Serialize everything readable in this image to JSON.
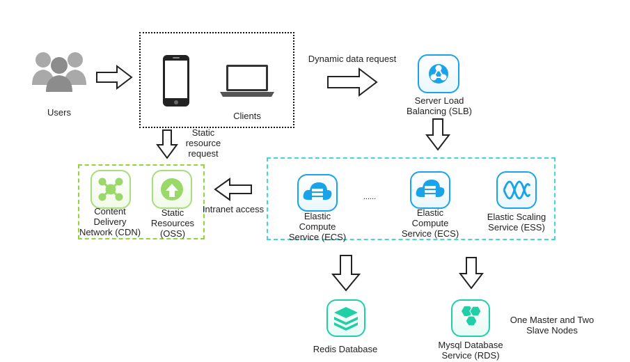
{
  "nodes": {
    "users": "Users",
    "clients": "Clients",
    "dynamic_request": "Dynamic data request",
    "slb": [
      "Server Load",
      "Balancing (SLB)"
    ],
    "static_request": [
      "Static",
      "resource",
      "request"
    ],
    "cdn": [
      "Content",
      "Delivery",
      "Network (CDN)"
    ],
    "oss": [
      "Static",
      "Resources",
      "(OSS)"
    ],
    "intranet": "Intranet access",
    "ecs1": [
      "Elastic",
      "Compute",
      "Service (ECS)"
    ],
    "ellipsis": "......",
    "ecs2": [
      "Elastic",
      "Compute",
      "Service (ECS)"
    ],
    "ess": [
      "Elastic Scaling",
      "Service (ESS)"
    ],
    "redis": "Redis Database",
    "rds": [
      "Mysql Database",
      "Service (RDS)"
    ],
    "master_slave": [
      "One Master and Two",
      "Slave Nodes"
    ]
  },
  "colors": {
    "blue": "#1aa3e8",
    "green": "#8ed63a",
    "cyan": "#3fd6e0",
    "teal": "#21cfa6"
  },
  "icons": [
    "users-icon",
    "phone-icon",
    "laptop-icon",
    "slb-icon",
    "cdn-icon",
    "oss-icon",
    "ecs-icon",
    "ess-icon",
    "redis-icon",
    "rds-icon",
    "arrow-icon"
  ]
}
